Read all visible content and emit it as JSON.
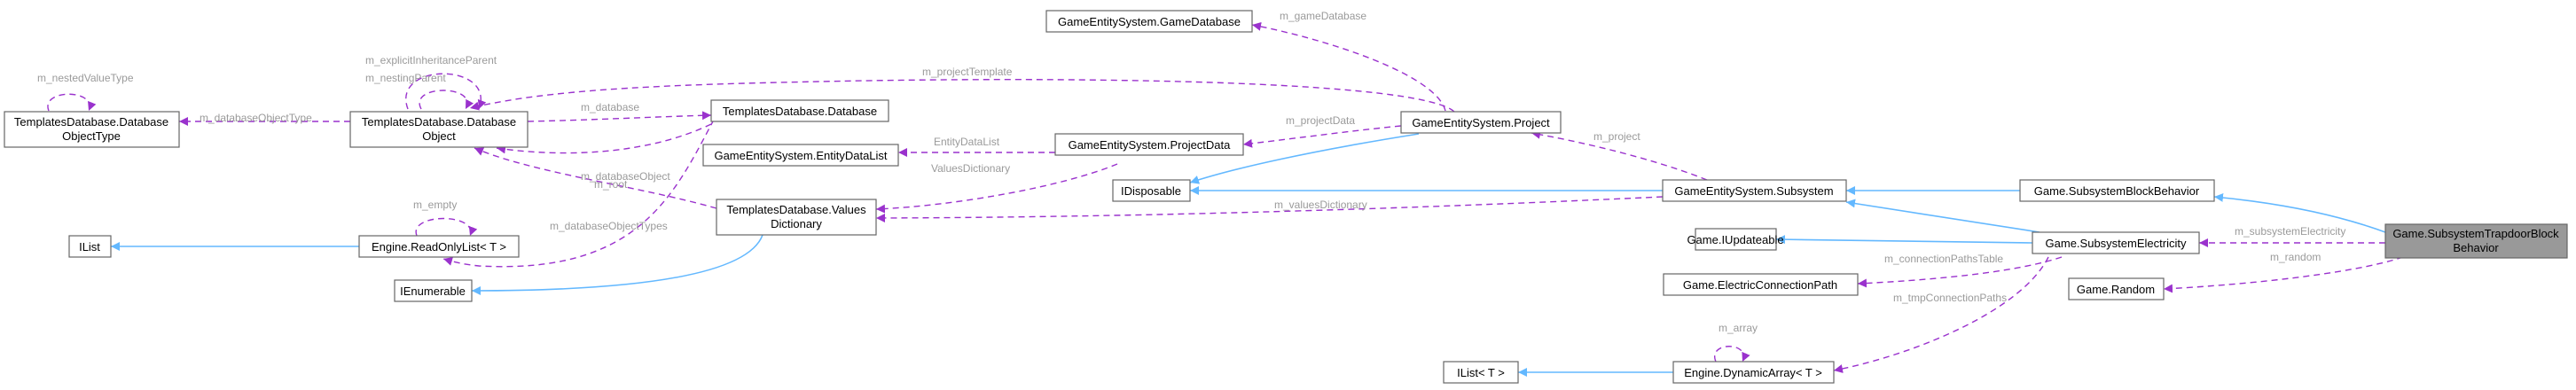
{
  "nodes": {
    "trapdoor": [
      "Game.SubsystemTrapdoorBlock",
      "Behavior"
    ],
    "blockBehavior": [
      "Game.SubsystemBlockBehavior"
    ],
    "electricity": [
      "Game.SubsystemElectricity"
    ],
    "random": [
      "Game.Random"
    ],
    "subsystem": [
      "GameEntitySystem.Subsystem"
    ],
    "iupdateable": [
      "Game.IUpdateable"
    ],
    "connPath": [
      "Game.ElectricConnectionPath"
    ],
    "dynArray": [
      "Engine.DynamicArray< T >"
    ],
    "ilistT": [
      "IList< T >"
    ],
    "project": [
      "GameEntitySystem.Project"
    ],
    "gameDatabase": [
      "GameEntitySystem.GameDatabase"
    ],
    "idisposable": [
      "IDisposable"
    ],
    "projectData": [
      "GameEntitySystem.ProjectData"
    ],
    "entityDataList": [
      "GameEntitySystem.EntityDataList"
    ],
    "valuesDict": [
      "TemplatesDatabase.Values",
      "Dictionary"
    ],
    "database": [
      "TemplatesDatabase.Database"
    ],
    "dbObject": [
      "TemplatesDatabase.Database",
      "Object"
    ],
    "dbObjectType": [
      "TemplatesDatabase.Database",
      "ObjectType"
    ],
    "readOnlyList": [
      "Engine.ReadOnlyList< T >"
    ],
    "ilist": [
      "IList"
    ],
    "ienumerable": [
      "IEnumerable"
    ]
  },
  "edge_labels": {
    "subsystemElectricity": "m_subsystemElectricity",
    "random": "m_random",
    "connectionPathsTable": "m_connectionPathsTable",
    "tmpConnectionPaths": "m_tmpConnectionPaths",
    "array": "m_array",
    "project": "m_project",
    "valuesDictionary": "m_valuesDictionary",
    "gameDatabase": "m_gameDatabase",
    "projectTemplate": "m_projectTemplate",
    "projectData": "m_projectData",
    "entityDataList": "EntityDataList",
    "valuesDictionaryProp": "ValuesDictionary",
    "database": "m_database",
    "root": "m_root",
    "databaseObject": "m_databaseObject",
    "databaseObjectTypes": "m_databaseObjectTypes",
    "explicitInheritanceParent": "m_explicitInheritanceParent",
    "nestingParent": "m_nestingParent",
    "databaseObjectType": "m_databaseObjectType",
    "nestedValueType": "m_nestedValueType",
    "empty": "m_empty"
  }
}
